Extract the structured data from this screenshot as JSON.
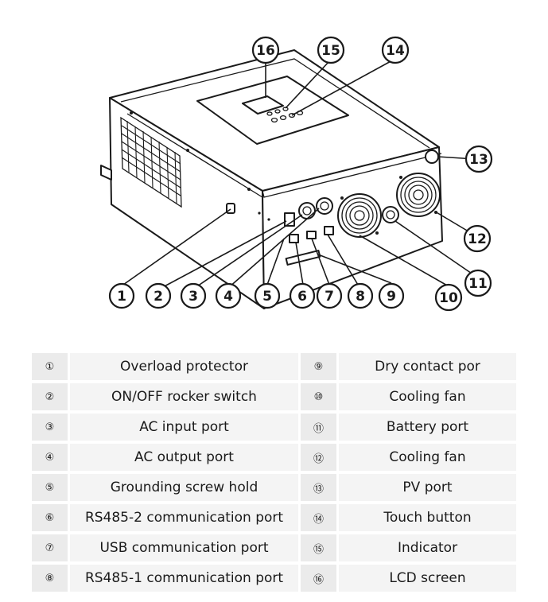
{
  "callouts": [
    "1",
    "2",
    "3",
    "4",
    "5",
    "6",
    "7",
    "8",
    "9",
    "10",
    "11",
    "12",
    "13",
    "14",
    "15",
    "16"
  ],
  "legend": {
    "left": [
      {
        "mark": "①",
        "label": "Overload protector"
      },
      {
        "mark": "②",
        "label": "ON/OFF rocker switch"
      },
      {
        "mark": "③",
        "label": "AC input port"
      },
      {
        "mark": "④",
        "label": "AC output port"
      },
      {
        "mark": "⑤",
        "label": "Grounding screw hold"
      },
      {
        "mark": "⑥",
        "label": "RS485-2 communication port"
      },
      {
        "mark": "⑦",
        "label": "USB communication port"
      },
      {
        "mark": "⑧",
        "label": "RS485-1 communication port"
      }
    ],
    "right": [
      {
        "mark": "⑨",
        "label": "Dry contact por"
      },
      {
        "mark": "⑩",
        "label": "Cooling fan"
      },
      {
        "mark": "⑪",
        "label": "Battery port"
      },
      {
        "mark": "⑫",
        "label": "Cooling fan"
      },
      {
        "mark": "⑬",
        "label": "PV port"
      },
      {
        "mark": "⑭",
        "label": "Touch button"
      },
      {
        "mark": "⑮",
        "label": "Indicator"
      },
      {
        "mark": "⑯",
        "label": "LCD screen"
      }
    ]
  }
}
